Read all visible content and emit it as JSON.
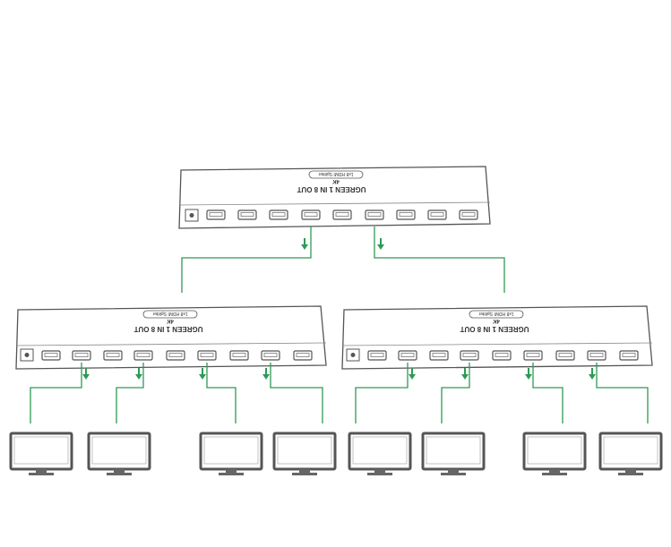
{
  "splitter": {
    "brand": "UGREEN 1 IN 8 OUT",
    "badge": "4K",
    "model": "1x8 HDMI Splitter"
  },
  "splitter_count": 3,
  "hdmi_ports_per_splitter": 9,
  "monitor_count": 8,
  "colors": {
    "cable": "#2e9a55",
    "arrow": "#2e9a55",
    "outline": "#555555",
    "device_fill": "#ffffff",
    "monitor_fill": "#ffffff"
  }
}
